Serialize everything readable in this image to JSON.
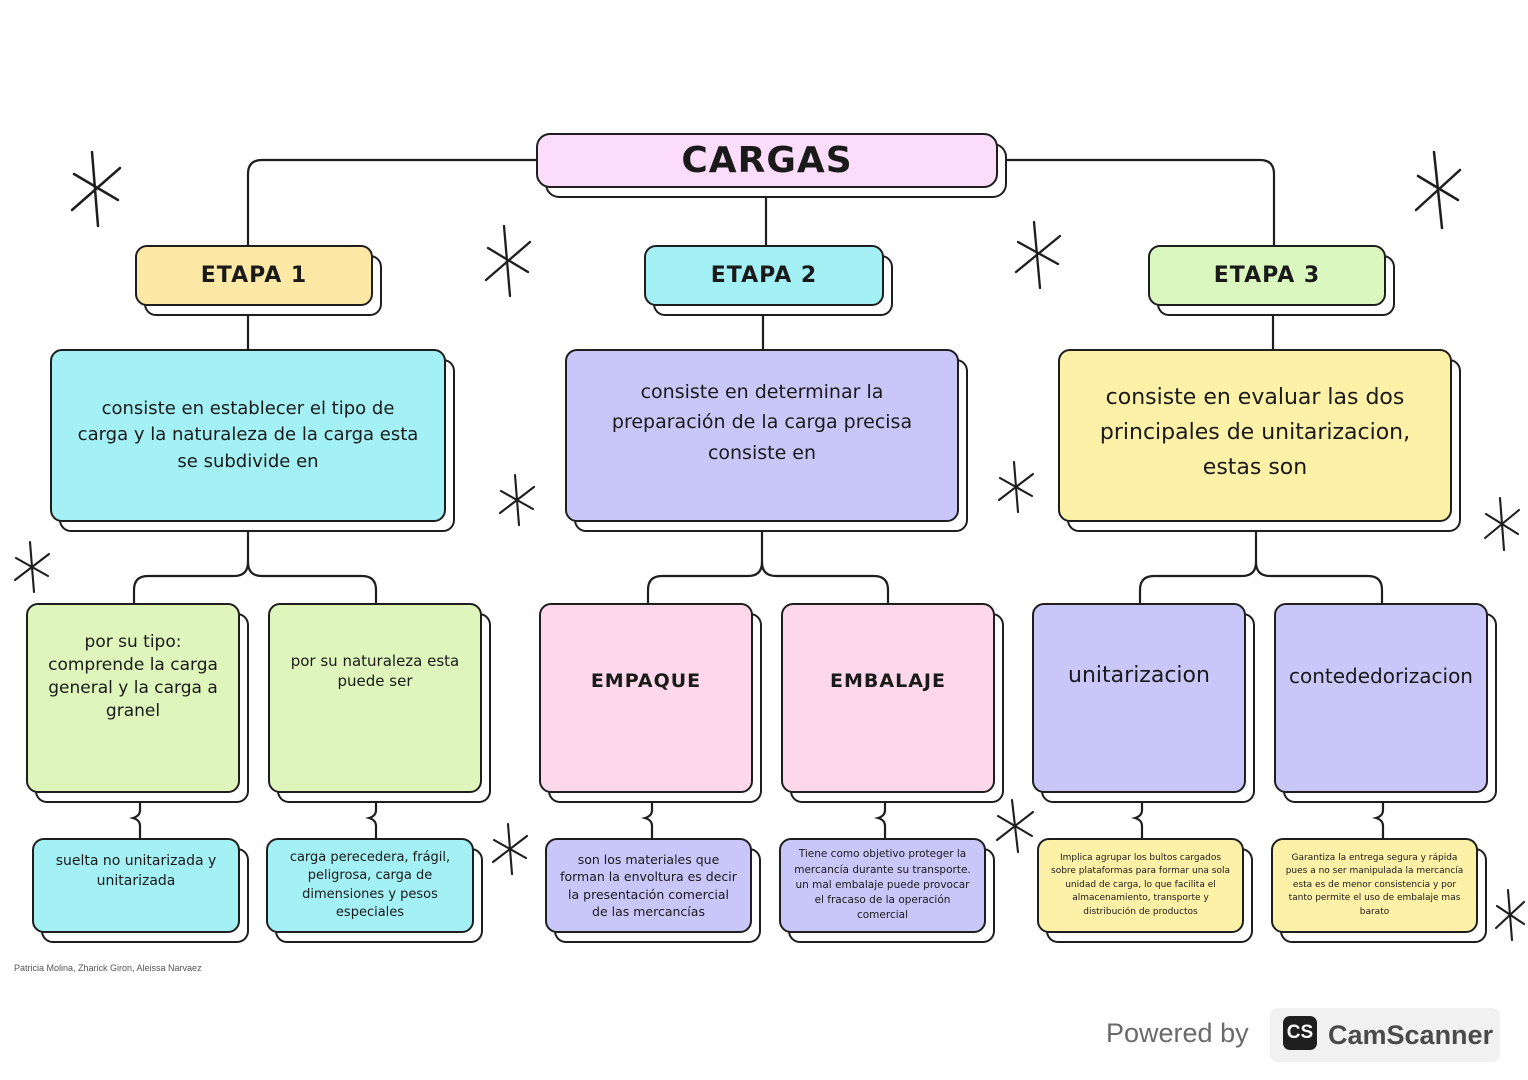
{
  "title": "CARGAS",
  "stages": [
    {
      "label": "ETAPA 1",
      "description": "consiste en establecer el tipo de carga y la naturaleza de la carga esta se subdivide en",
      "subitems": [
        {
          "label": "por su tipo: comprende la carga general y la carga  a granel",
          "detail": "suelta no unitarizada y unitarizada"
        },
        {
          "label": "por su naturaleza esta puede ser",
          "detail": "carga perecedera, frágil, peligrosa, carga de dimensiones y pesos especiales"
        }
      ]
    },
    {
      "label": "ETAPA 2",
      "description": "consiste en determinar la preparación de la carga precisa consiste en",
      "subitems": [
        {
          "label": "EMPAQUE",
          "detail": "son los materiales que forman la envoltura es decir la presentación comercial de las mercancías"
        },
        {
          "label": "EMBALAJE",
          "detail": "Tiene como objetivo proteger la mercancía durante su transporte. un mal embalaje puede provocar el fracaso de la operación comercial"
        }
      ]
    },
    {
      "label": "ETAPA 3",
      "description": "consiste en evaluar las dos principales de unitarizacion, estas son",
      "subitems": [
        {
          "label": "unitarizacion",
          "detail": "Implica agrupar los bultos cargados sobre plataformas para formar una sola unidad de carga, lo que facilita el almacenamiento, transporte y distribución de productos"
        },
        {
          "label": "contededorizacion",
          "detail": "Garantiza la entrega segura y rápida pues a no ser manipulada la mercancía esta es de menor consistencia y por tanto permite el uso de embalaje mas barato"
        }
      ]
    }
  ],
  "credit": "Patricia Molina, Zharick Giron, Aleissa Narvaez",
  "watermark": {
    "powered_by": "Powered by",
    "logo": "CS",
    "brand": "CamScanner"
  },
  "colors": {
    "title": "#fbdcfb",
    "stage1": "#fde9a5",
    "stage2": "#a3f0f5",
    "stage3": "#d9f7bf",
    "cyan": "#a3f0f5",
    "lavender": "#c9c6f9",
    "yellow": "#fdf1a8",
    "green": "#def6bc",
    "pink": "#fcd8ea",
    "ink": "#1e1e1e"
  }
}
